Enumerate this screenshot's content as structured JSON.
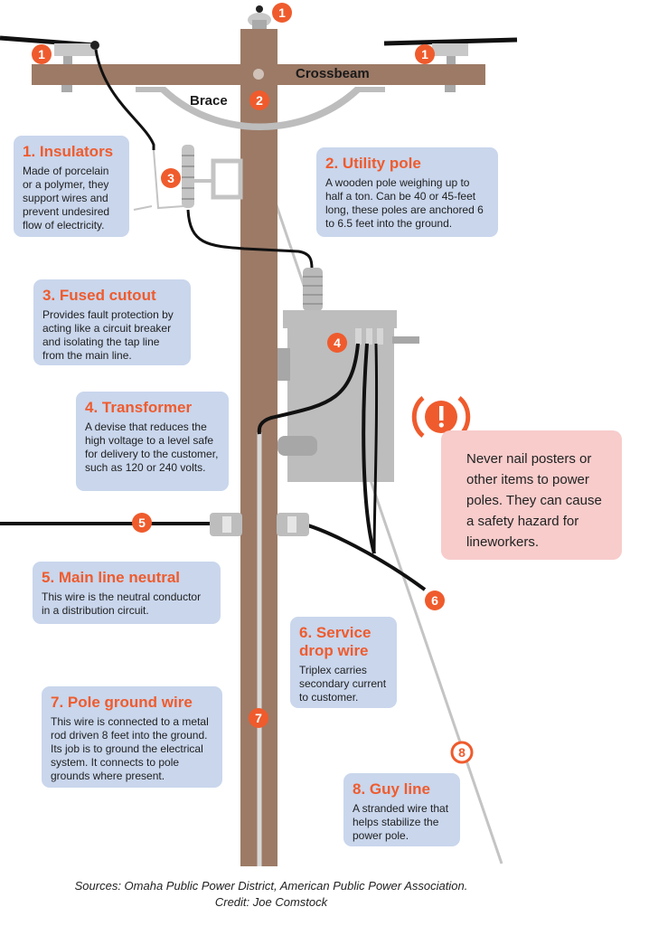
{
  "labels": {
    "crossbeam": "Crossbeam",
    "brace": "Brace"
  },
  "markers": [
    "1",
    "2",
    "3",
    "4",
    "5",
    "6",
    "7",
    "8"
  ],
  "components": [
    {
      "title": "1. Insulators",
      "text": "Made of porcelain or a polymer, they support wires and prevent undesired flow of electricity."
    },
    {
      "title": "2. Utility pole",
      "text": "A wooden pole weighing up to half a ton. Can be 40 or 45-feet long, these poles are anchored 6 to 6.5 feet into the ground."
    },
    {
      "title": "3. Fused cutout",
      "text": "Provides fault protection by acting like a circuit breaker and isolating the tap line from the main line."
    },
    {
      "title": "4. Transformer",
      "text": "A devise that reduces the high voltage to a level safe for delivery to the customer, such as 120 or 240 volts."
    },
    {
      "title": "5. Main line neutral",
      "text": "This wire is the neutral conductor in a distribution circuit."
    },
    {
      "title": "6. Service drop wire",
      "text": "Triplex carries secondary current to customer."
    },
    {
      "title": "7. Pole ground wire",
      "text": "This wire is connected to a metal rod driven 8 feet into the ground. Its job is to ground the electrical system. It connects to pole grounds where present."
    },
    {
      "title": "8. Guy line",
      "text": "A stranded wire that helps stabilize the power pole."
    }
  ],
  "safety": {
    "icon": "exclamation-warning-icon",
    "text": "Never nail posters or other items to power poles. They can cause a safety hazard for lineworkers."
  },
  "sources": {
    "line1": "Sources: Omaha Public Power District, American Public Power Association.",
    "line2": "Credit: Joe Comstock"
  },
  "colors": {
    "pole": "#9c7a66",
    "marker": "#ef5b2d",
    "box": "#c9d6ec",
    "safety_box": "#f7cccb",
    "equipment": "#b9b9b9"
  }
}
